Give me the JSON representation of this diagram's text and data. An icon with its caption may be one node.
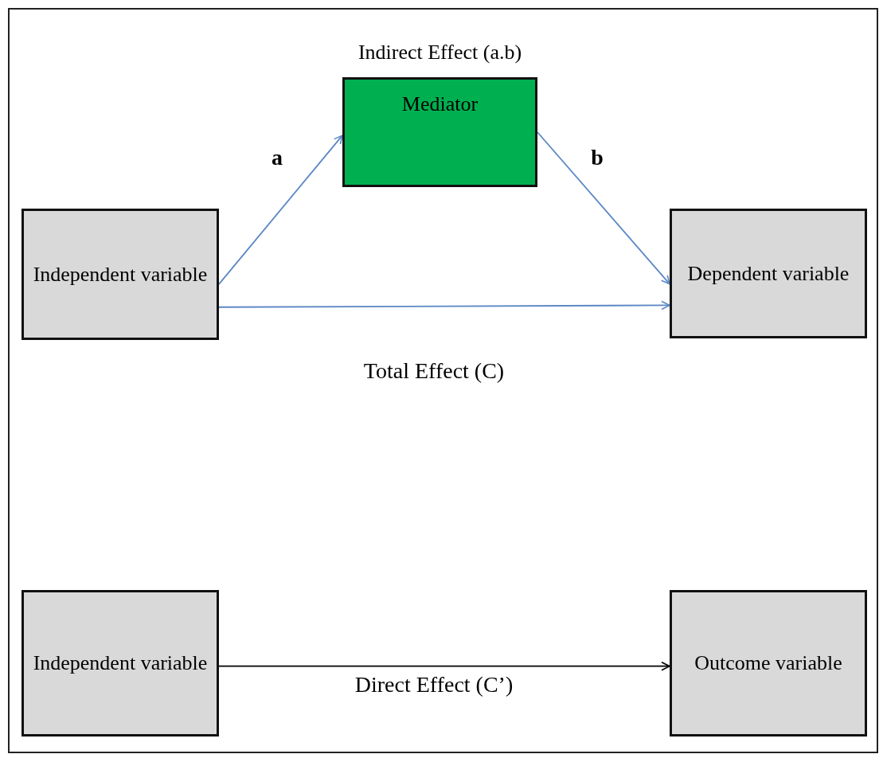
{
  "diagram": {
    "nodes": [
      {
        "text": [
          "Independent variable"
        ]
      },
      {
        "text": [
          "Mediator"
        ],
        "beside": [
          "Indirect Effect (a.b)"
        ]
      },
      {
        "text": [
          "Dependent variable"
        ]
      },
      {
        "text": [
          "Independent variable"
        ]
      },
      {
        "text": [
          "Outcome variable"
        ]
      }
    ],
    "edges": [
      {
        "from": 0,
        "to": 1,
        "arrow": "to",
        "label": "a"
      },
      {
        "from": 1,
        "to": 2,
        "arrow": "to",
        "label": "b"
      },
      {
        "from": 0,
        "to": 2,
        "arrow": "to",
        "label": "Total Effect (C)"
      },
      {
        "from": 3,
        "to": 4,
        "arrow": "to",
        "label": "Direct Effect (C’)",
        "color": "#000000"
      }
    ]
  }
}
